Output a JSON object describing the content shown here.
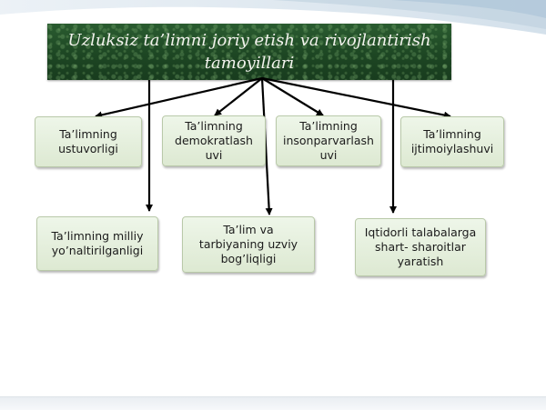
{
  "title": {
    "line1": "Uzluksiz ta’limni joriy etish va rivojlantirish",
    "line2": "tamoyillari"
  },
  "boxes": {
    "b1": "Ta’limning\nustuvorligi",
    "b2": "Ta’limning\ndemokratlash\nuvi",
    "b3": "Ta’limning\ninsonparvarlash\nuvi",
    "b4": "Ta’limning\nijtimoiylashuvi",
    "b5": "Ta’limning milliy\nyo’naltirilganligi",
    "b6": "Ta’lim va\ntarbiyaning uzviy\nbog’liqligi",
    "b7": "Iqtidorli talabalarga\nshart- sharoitlar\nyaratish"
  },
  "colors": {
    "title_bg": "#1f4a26",
    "box_fill": "#e6f0df",
    "arrow": "#000000"
  }
}
